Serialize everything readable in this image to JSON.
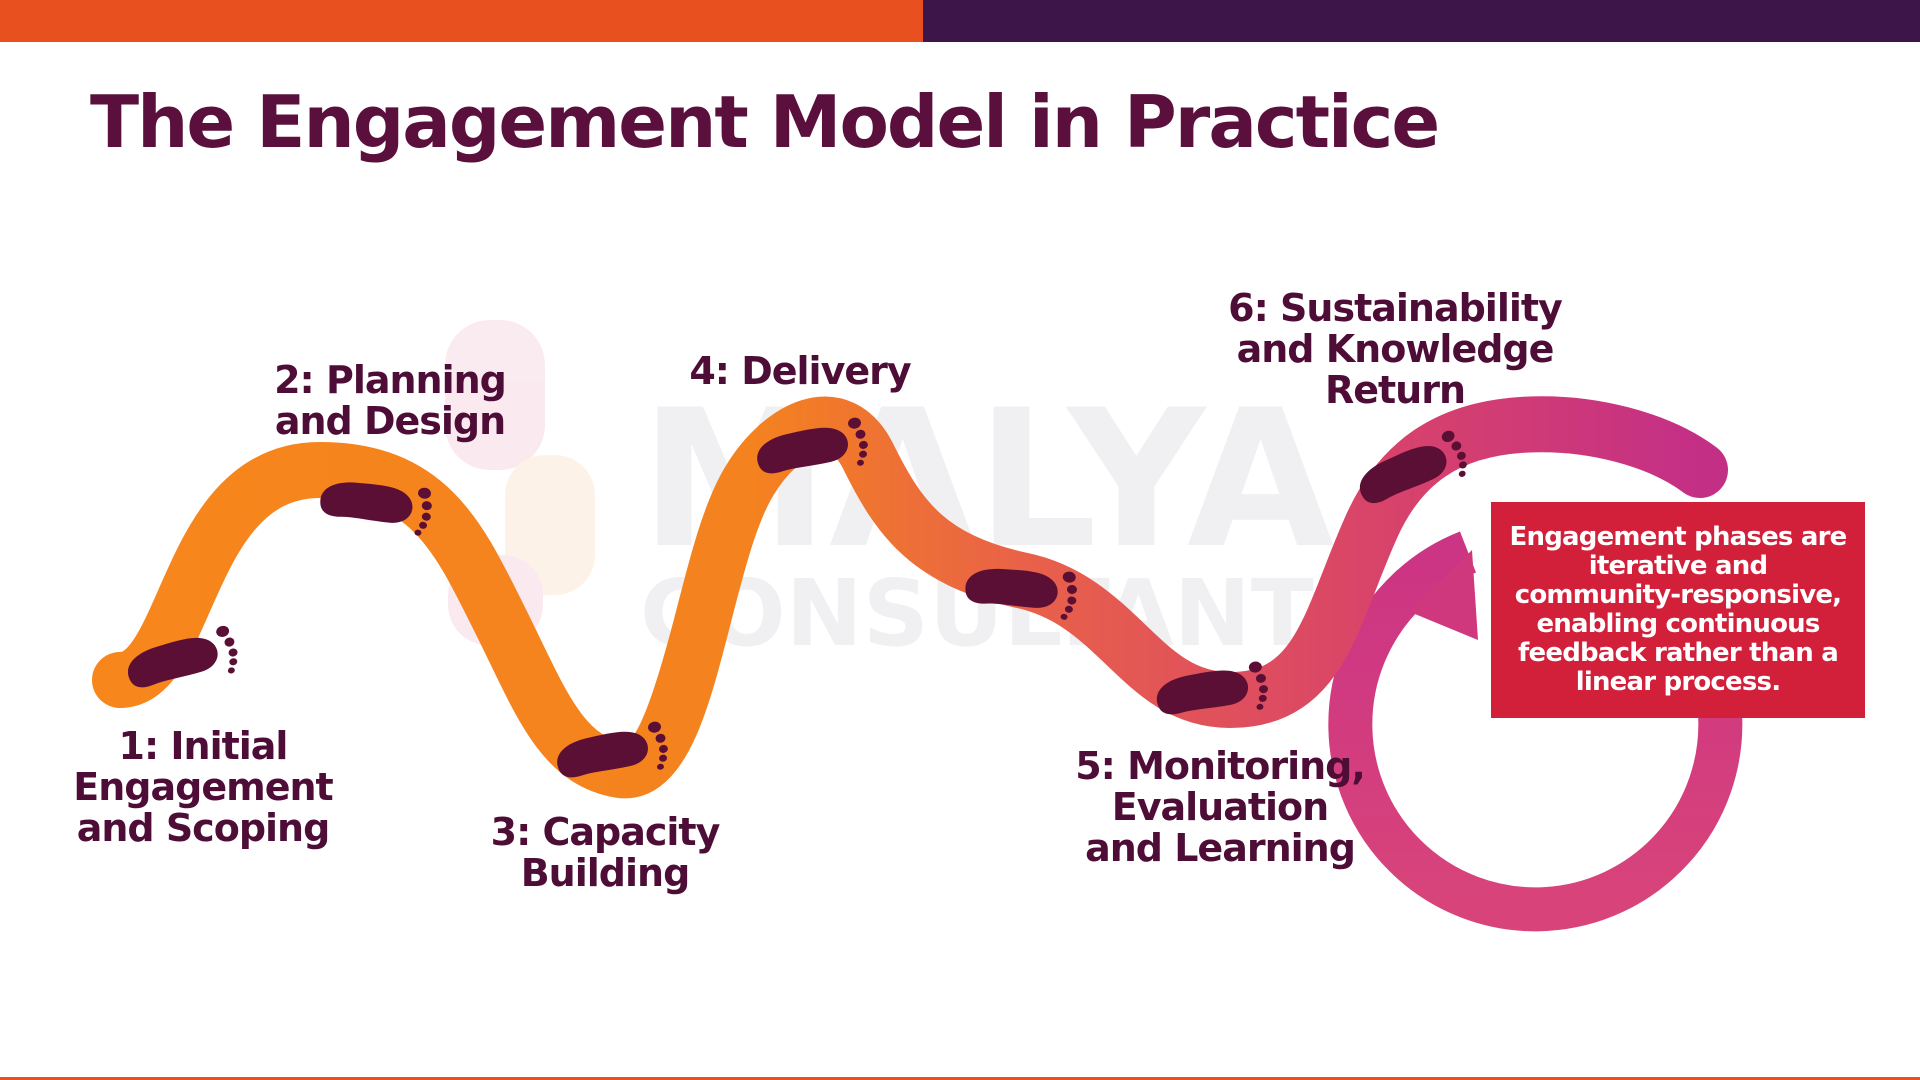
{
  "slide": {
    "title": "The Engagement Model in Practice"
  },
  "colors": {
    "top_bar_left": "#e8501f",
    "top_bar_right": "#3e1548",
    "title": "#5a0f3c",
    "path_start": "#f7861c",
    "path_mid": "#e8604a",
    "path_end": "#c8307a",
    "footprint": "#5c0f35",
    "callout_bg": "#d21f3a",
    "callout_text": "#ffffff"
  },
  "phases": [
    {
      "label": [
        "1: Initial",
        "Engagement",
        "and Scoping"
      ]
    },
    {
      "label": [
        "2: Planning",
        "and Design"
      ]
    },
    {
      "label": [
        "3: Capacity",
        "Building"
      ]
    },
    {
      "label": [
        "4: Delivery"
      ]
    },
    {
      "label": [
        "5: Monitoring,",
        "Evaluation",
        "and Learning"
      ]
    },
    {
      "label": [
        "6: Sustainability",
        "and Knowledge",
        "Return"
      ]
    }
  ],
  "callout": {
    "text": "Engagement phases are iterative and community-responsive, enabling continuous feedback rather than a linear process."
  },
  "watermark": {
    "line1": "MALYA",
    "line2": "CONSULTANTS"
  }
}
